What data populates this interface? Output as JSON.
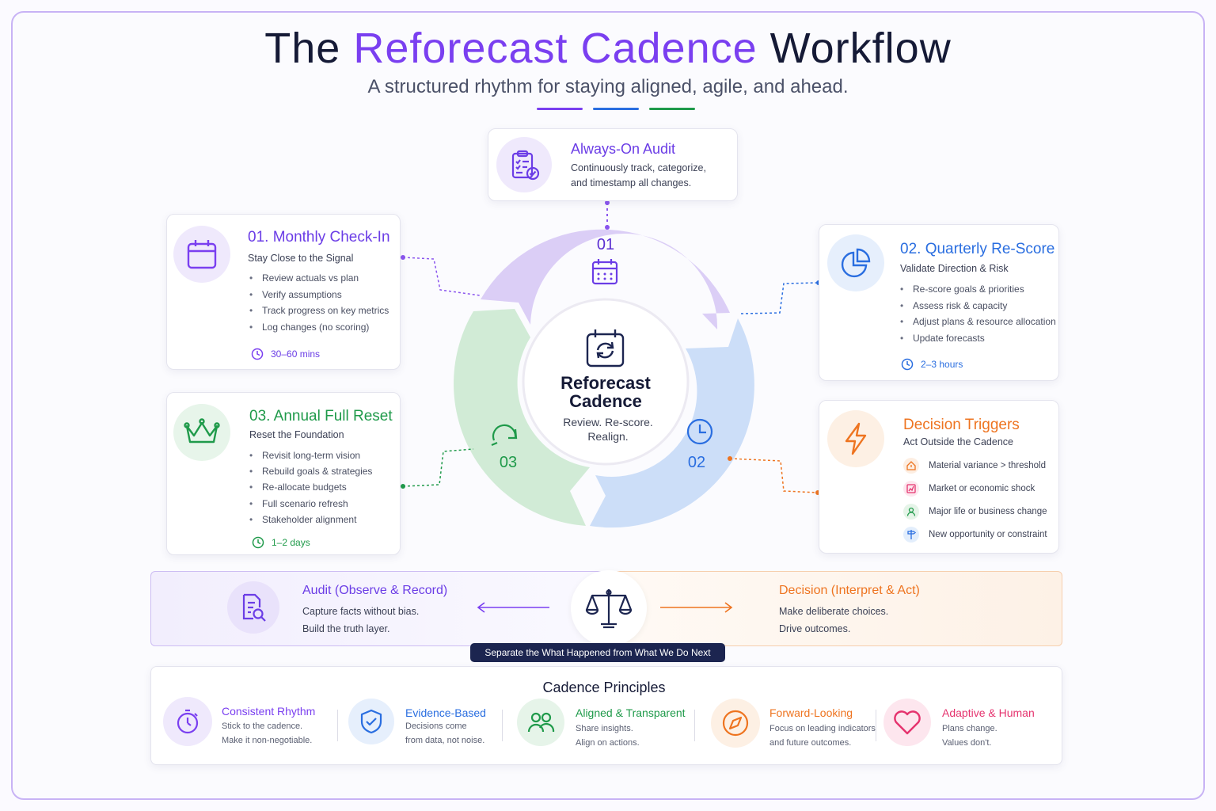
{
  "header": {
    "title_pre": "The",
    "title_accent": "Reforecast Cadence",
    "title_post": "Workflow",
    "subtitle": "A structured rhythm for staying aligned, agile, and ahead."
  },
  "colors": {
    "purple": "#7a3ff0",
    "blue": "#2a6ee0",
    "green": "#1f9a4a",
    "orange": "#ee7420",
    "navy": "#1c2550",
    "pink": "#e5336e"
  },
  "audit_card": {
    "title": "Always-On Audit",
    "line1": "Continuously track, categorize,",
    "line2": "and timestamp all changes.",
    "icon": "clipboard-check-icon"
  },
  "monthly": {
    "title": "01. Monthly Check-In",
    "subtitle": "Stay Close to the Signal",
    "items": [
      "Review actuals vs plan",
      "Verify assumptions",
      "Track progress on key metrics",
      "Log changes (no scoring)"
    ],
    "duration": "30–60 mins",
    "icon": "calendar-icon"
  },
  "quarterly": {
    "title": "02. Quarterly Re-Score",
    "subtitle": "Validate Direction & Risk",
    "items": [
      "Re-score goals & priorities",
      "Assess risk & capacity",
      "Adjust plans & resource allocation",
      "Update forecasts"
    ],
    "duration": "2–3 hours",
    "icon": "pie-chart-icon"
  },
  "annual": {
    "title": "03. Annual Full Reset",
    "subtitle": "Reset the Foundation",
    "items": [
      "Revisit long-term vision",
      "Rebuild goals & strategies",
      "Re-allocate budgets",
      "Full scenario refresh",
      "Stakeholder alignment"
    ],
    "duration": "1–2 days",
    "icon": "crown-icon"
  },
  "triggers": {
    "title": "Decision Triggers",
    "subtitle": "Act Outside the Cadence",
    "items": [
      {
        "label": "Material variance > threshold",
        "icon": "home-alert-icon",
        "color": "#ee7420"
      },
      {
        "label": "Market or economic shock",
        "icon": "market-shock-icon",
        "color": "#e5336e"
      },
      {
        "label": "Major life or business change",
        "icon": "person-icon",
        "color": "#1f9a4a"
      },
      {
        "label": "New opportunity or constraint",
        "icon": "sign-icon",
        "color": "#2a6ee0"
      }
    ],
    "icon": "lightning-icon"
  },
  "cycle": {
    "center_title_1": "Reforecast",
    "center_title_2": "Cadence",
    "center_sub_1": "Review. Re-score.",
    "center_sub_2": "Realign.",
    "seg1": "01",
    "seg2": "02",
    "seg3": "03"
  },
  "audit_box": {
    "title": "Audit (Observe & Record)",
    "line1": "Capture facts without bias.",
    "line2": "Build the truth layer."
  },
  "decision_box": {
    "title": "Decision (Interpret & Act)",
    "line1": "Make deliberate choices.",
    "line2": "Drive outcomes."
  },
  "separator_pill": "Separate the What Happened from What We Do Next",
  "principles": {
    "title": "Cadence Principles",
    "items": [
      {
        "title": "Consistent Rhythm",
        "l1": "Stick to the cadence.",
        "l2": "Make it non-negotiable.",
        "color": "#7a3ff0",
        "icon": "stopwatch-icon"
      },
      {
        "title": "Evidence-Based",
        "l1": "Decisions come",
        "l2": "from data, not noise.",
        "color": "#2a6ee0",
        "icon": "shield-check-icon"
      },
      {
        "title": "Aligned & Transparent",
        "l1": "Share insights.",
        "l2": "Align on actions.",
        "color": "#1f9a4a",
        "icon": "people-icon"
      },
      {
        "title": "Forward-Looking",
        "l1": "Focus on leading indicators",
        "l2": "and future outcomes.",
        "color": "#ee7420",
        "icon": "compass-icon"
      },
      {
        "title": "Adaptive & Human",
        "l1": "Plans change.",
        "l2": "Values don't.",
        "color": "#e5336e",
        "icon": "heart-icon"
      }
    ]
  }
}
